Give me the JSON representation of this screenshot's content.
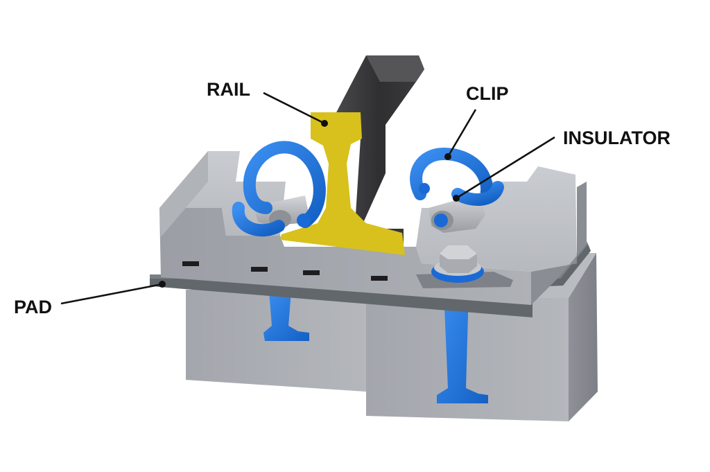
{
  "labels": {
    "rail": "RAIL",
    "clip": "CLIP",
    "insulator": "INSULATOR",
    "pad": "PAD"
  },
  "colors": {
    "background": "#ffffff",
    "rail_section": "#d9c21e",
    "rail_body": "#333333",
    "clip_blue": "#1f78e0",
    "anchor_blue": "#1f78e0",
    "concrete": "#a7aab0",
    "baseplate": "#9ea2a8",
    "pad": "#6c7176"
  },
  "icons": {
    "bolt": "hex-bolt-icon",
    "clip": "spring-clip-icon"
  }
}
